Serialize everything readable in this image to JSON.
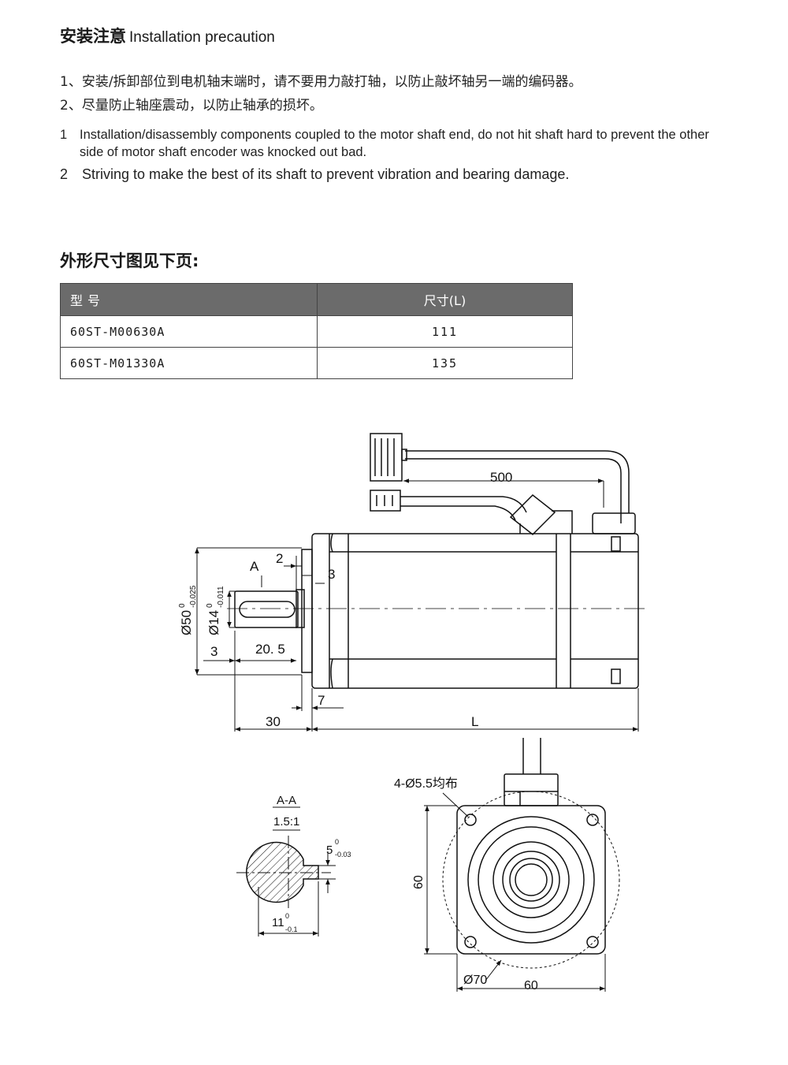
{
  "heading": {
    "cn": "安装注意",
    "en": "Installation precaution"
  },
  "notes_cn": [
    "1、安装/拆卸部位到电机轴末端时，请不要用力敲打轴，以防止敲坏轴另一端的编码器。",
    "2、尽量防止轴座震动，以防止轴承的损坏。"
  ],
  "notes_en": [
    {
      "num": "1",
      "line1": "Installation/disassembly components coupled to the motor shaft end, do not hit shaft hard to prevent the other",
      "line2": "side of motor shaft encoder was knocked out bad."
    },
    {
      "num": "2",
      "line1": "Striving to make the best of its shaft to prevent vibration and bearing damage."
    }
  ],
  "table_heading": "外形尺寸图见下页:",
  "table": {
    "headers": [
      "型号",
      "尺寸(L)"
    ],
    "rows": [
      [
        "60ST-M00630A",
        "111"
      ],
      [
        "60ST-M01330A",
        "135"
      ]
    ]
  },
  "drawing": {
    "cable_length": "500",
    "section_label": "A",
    "dim_2": "2",
    "dim_3_top": "3",
    "dim_3_left": "3",
    "dim_20_5": "20. 5",
    "dim_7": "7",
    "dim_30": "30",
    "dim_L": "L",
    "dia_50": "Ø50",
    "dia_50_tol_upper": "0",
    "dia_50_tol_lower": "-0.025",
    "dia_14": "Ø14",
    "dia_14_tol_upper": "0",
    "dia_14_tol_lower": "-0.011",
    "section_title": "A-A",
    "section_scale": "1.5:1",
    "key_width": "5",
    "key_tol_upper": "0",
    "key_tol_lower": "-0.03",
    "shaft_depth": "11",
    "shaft_tol_upper": "0",
    "shaft_tol_lower": "-0.1",
    "holes": "4-Ø5.5均布",
    "flange_height": "60",
    "flange_width": "60",
    "pcd": "Ø70"
  }
}
